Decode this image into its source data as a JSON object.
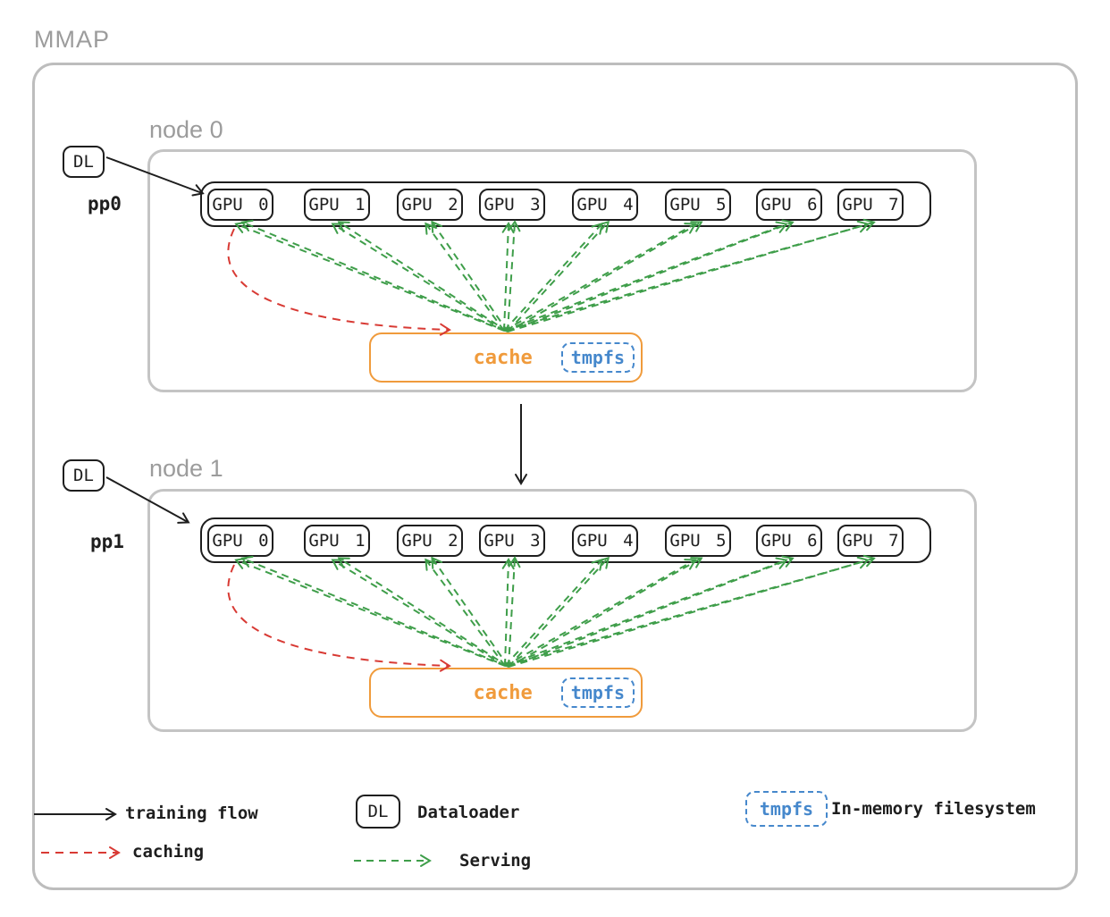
{
  "title": "MMAP",
  "colors": {
    "ink": "#1e1e1e",
    "gray_text": "#9c9c9c",
    "gray_border": "#c4c4c4",
    "gray_border_outer": "#bdbdbd",
    "green": "#3f9e4a",
    "red": "#d83a34",
    "orange": "#f09b3c",
    "blue": "#4688cc"
  },
  "nodes": [
    {
      "label": "node 0",
      "dl": "DL",
      "pp": "pp0",
      "gpus": [
        "GPU 0",
        "GPU 1",
        "GPU 2",
        "GPU 3",
        "GPU 4",
        "GPU 5",
        "GPU 6",
        "GPU 7"
      ],
      "cache": "cache",
      "tmpfs": "tmpfs"
    },
    {
      "label": "node 1",
      "dl": "DL",
      "pp": "pp1",
      "gpus": [
        "GPU 0",
        "GPU 1",
        "GPU 2",
        "GPU 3",
        "GPU 4",
        "GPU 5",
        "GPU 6",
        "GPU 7"
      ],
      "cache": "cache",
      "tmpfs": "tmpfs"
    }
  ],
  "legend": {
    "training_flow": "training flow",
    "caching": "caching",
    "dataloader_abbr": "DL",
    "dataloader": "Dataloader",
    "serving": "Serving",
    "tmpfs": "tmpfs",
    "in_memory_fs": "In-memory filesystem"
  }
}
